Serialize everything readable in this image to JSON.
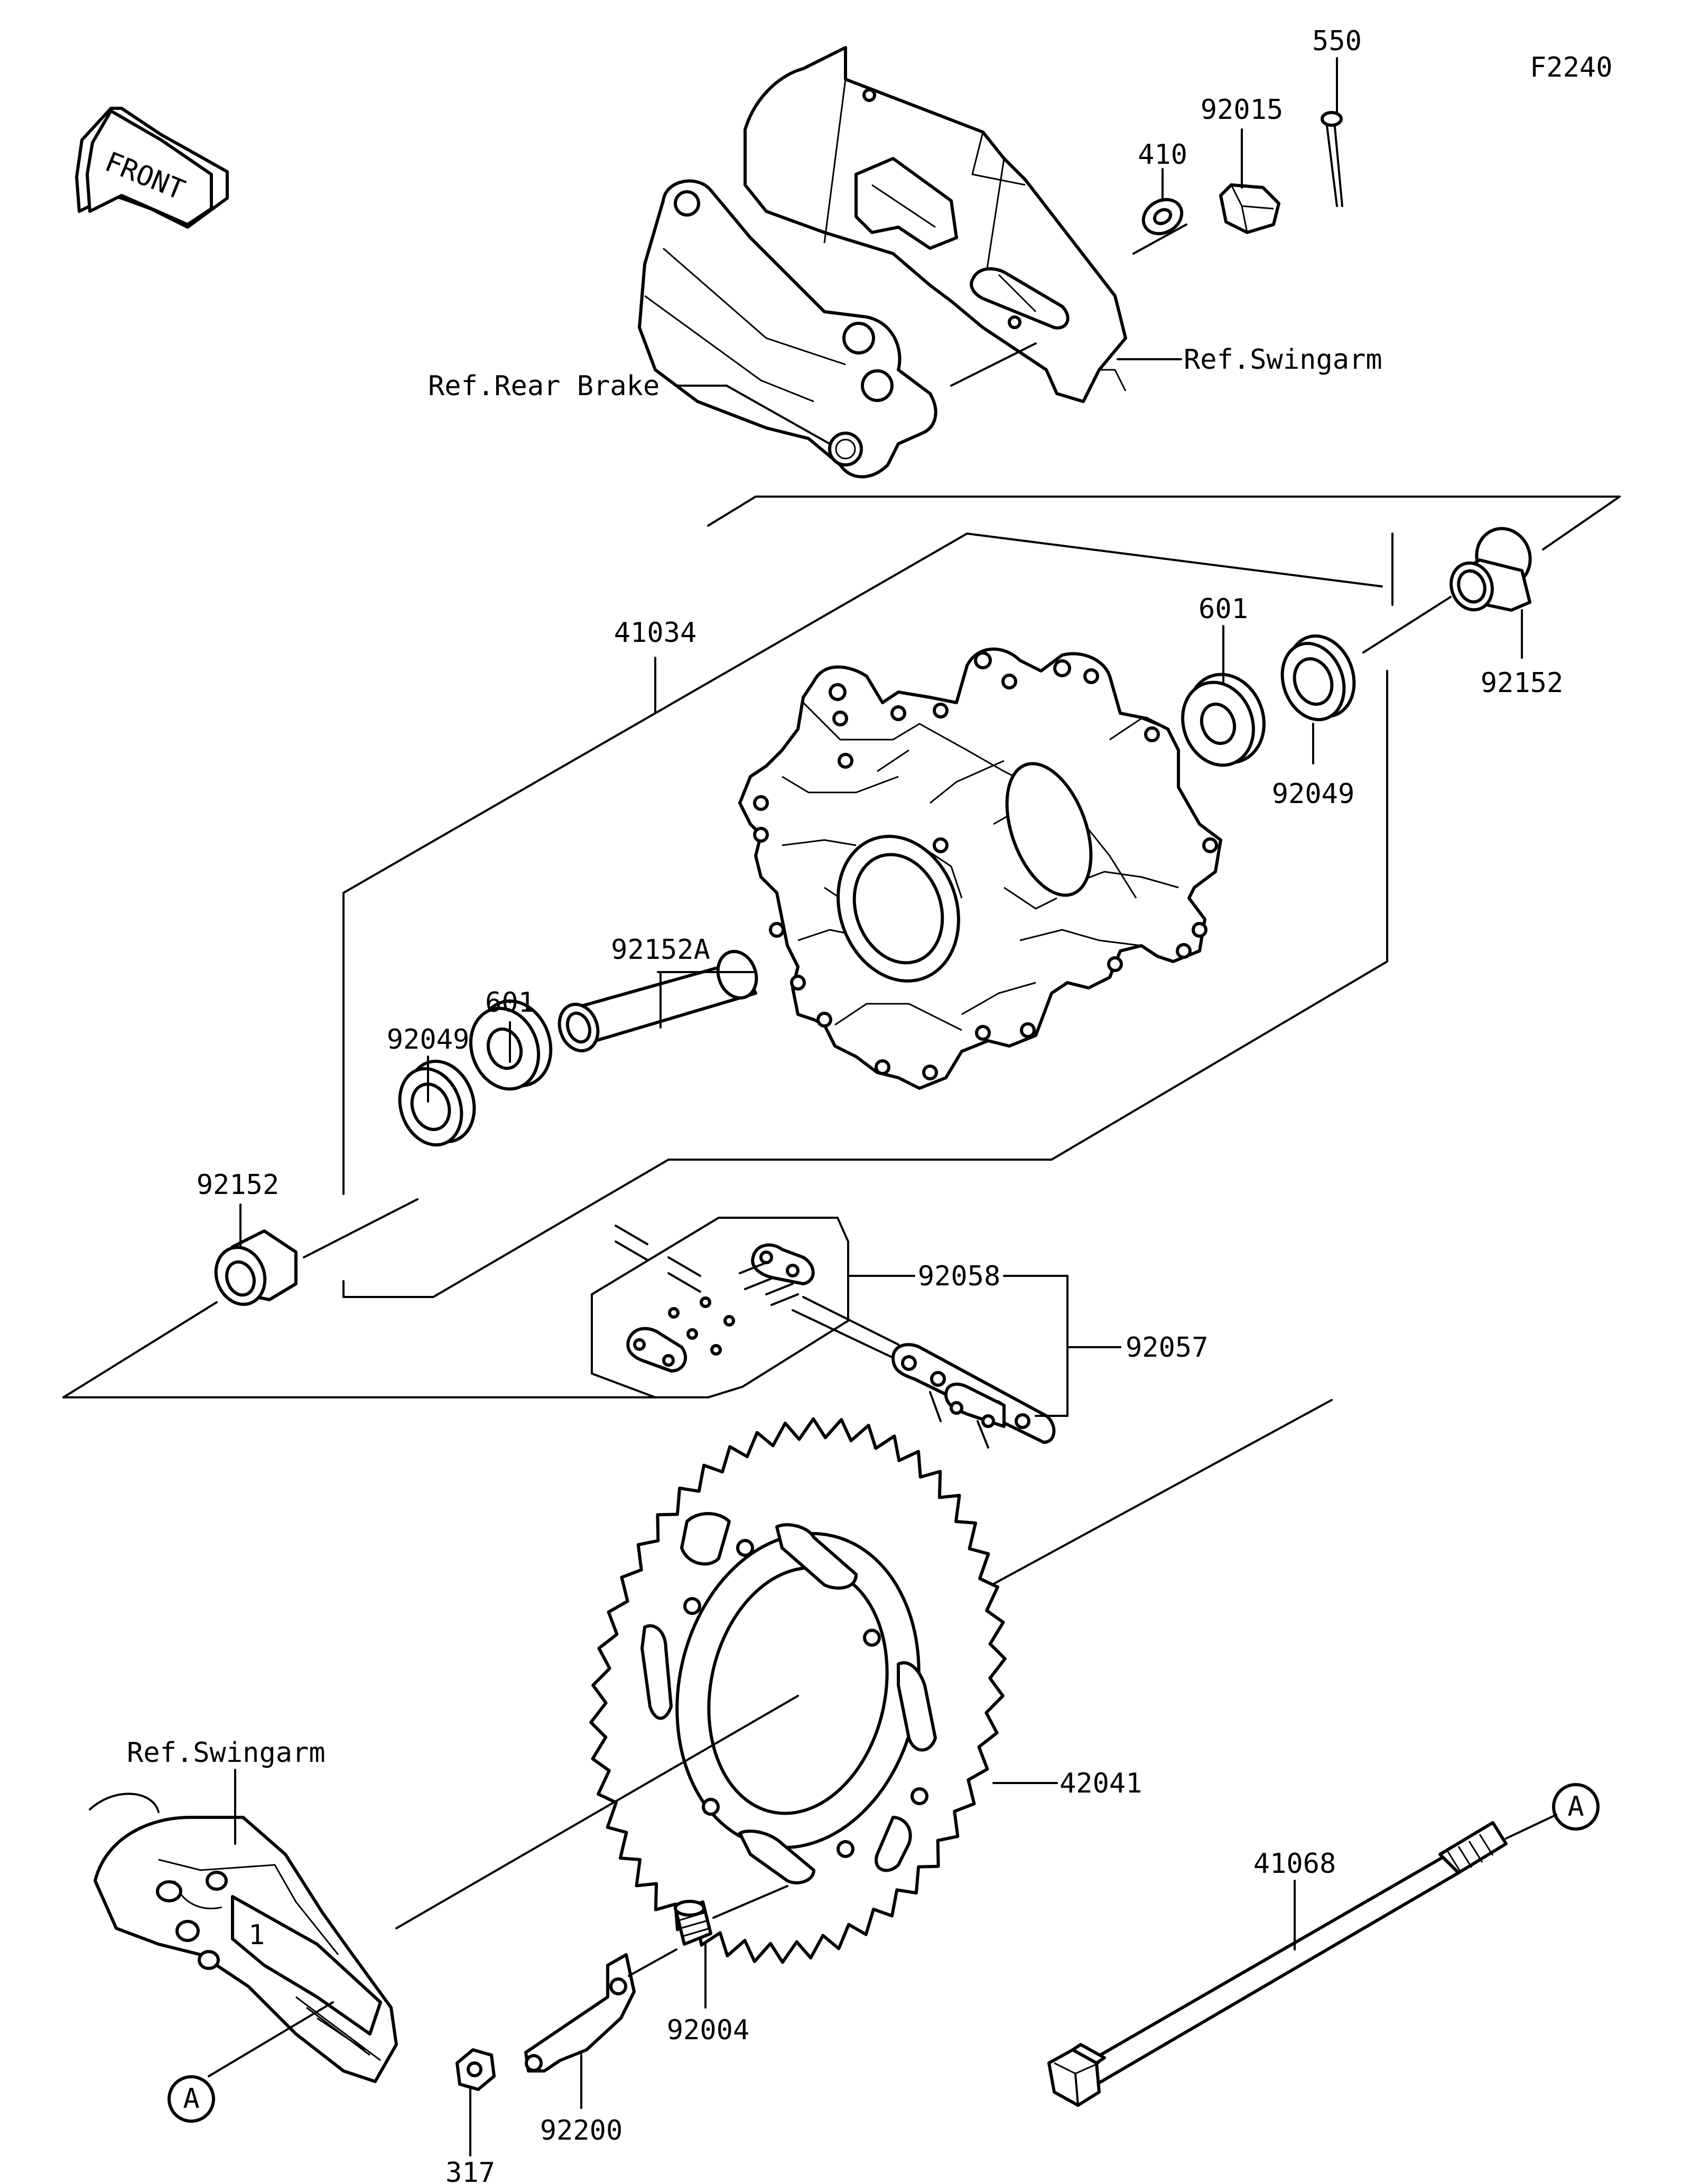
{
  "figure_id": "F2240",
  "front_label": "FRONT",
  "references": {
    "rear_brake": "Ref.Rear Brake",
    "swingarm_top": "Ref.Swingarm",
    "swingarm_bottom": "Ref.Swingarm"
  },
  "parts": {
    "p550": "550",
    "p92015": "92015",
    "p410": "410",
    "p41034": "41034",
    "p601_right": "601",
    "p92152_right": "92152",
    "p92049_right": "92049",
    "p92152A": "92152A",
    "p601_left": "601",
    "p92049_left": "92049",
    "p92152_left": "92152",
    "p92058": "92058",
    "p92057": "92057",
    "p42041": "42041",
    "p41068": "41068",
    "p92004": "92004",
    "p92200": "92200",
    "p317": "317"
  },
  "callouts": {
    "a_right": "A",
    "a_left": "A"
  }
}
